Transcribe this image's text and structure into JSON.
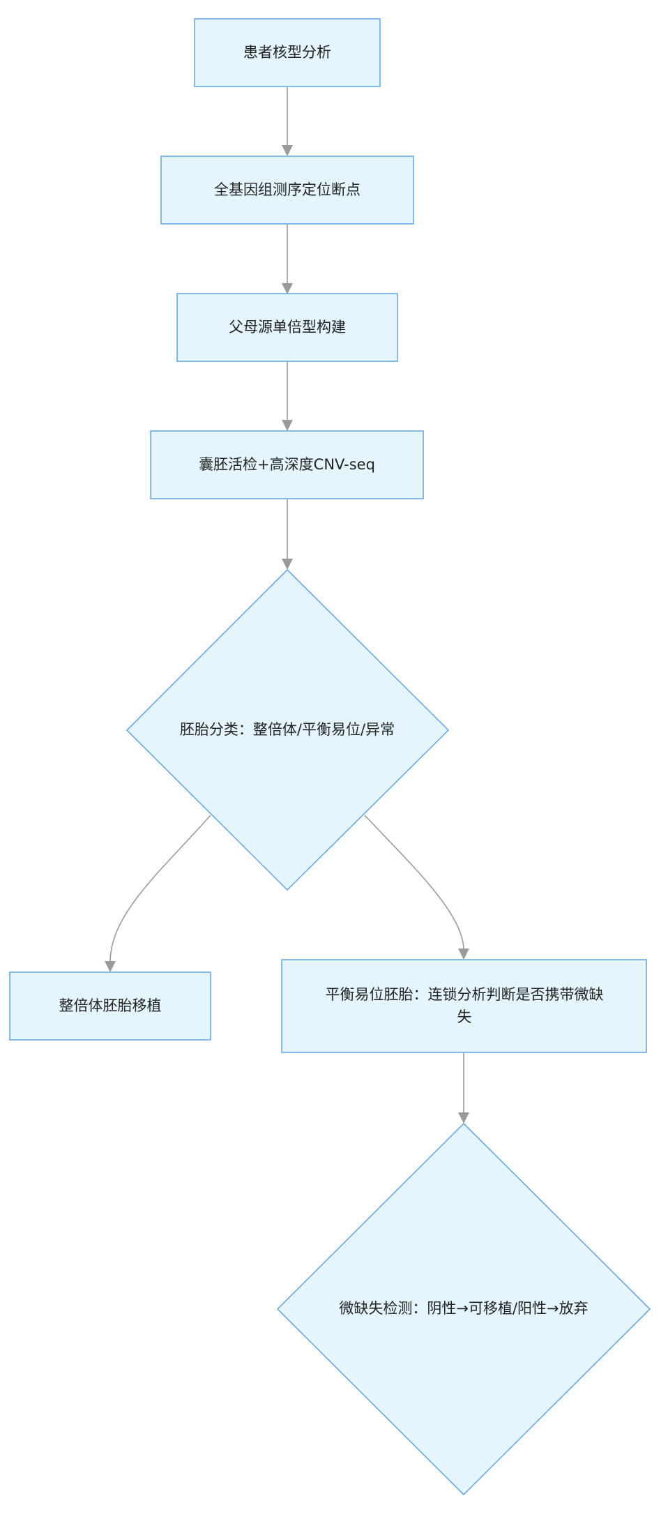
{
  "nodes": {
    "n1": "患者核型分析",
    "n2": "全基因组测序定位断点",
    "n3": "父母源单倍型构建",
    "n4": "囊胚活检+高深度CNV-seq",
    "d1": "胚胎分类：整倍体/平衡易位/异常",
    "n5": "整倍体胚胎移植",
    "n6": "平衡易位胚胎：连锁分析判断是否携带微缺失",
    "d2": "微缺失检测：阴性→可移植/阳性→放弃"
  },
  "colors": {
    "node_fill": "#e5f5fd",
    "node_stroke": "#6aa8e6",
    "edge": "#9a9a9a"
  }
}
